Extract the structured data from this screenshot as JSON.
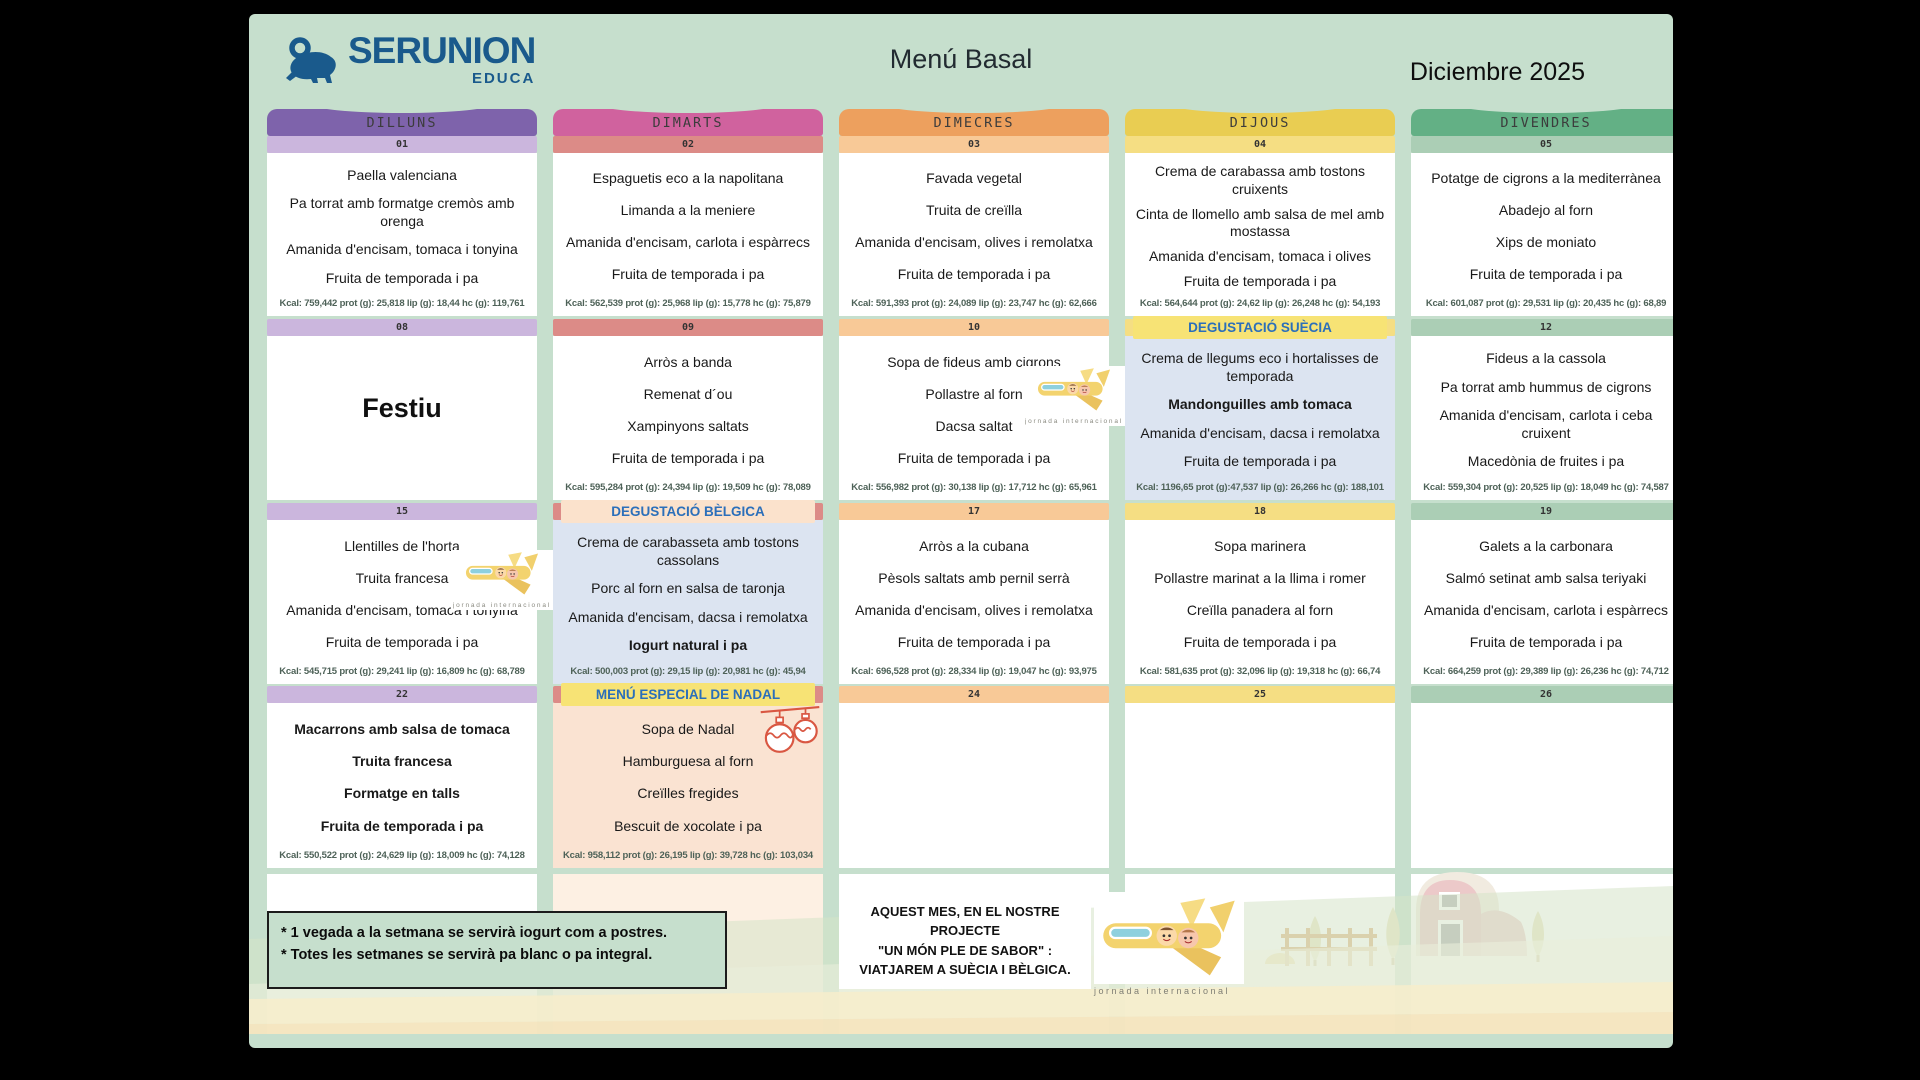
{
  "header": {
    "brand": "SERUNION",
    "brand_sub": "EDUCA",
    "title": "Menú Basal",
    "month": "Diciembre 2025"
  },
  "columns": [
    {
      "label": "DILLUNS",
      "header_color": "#7e63ab",
      "bar_color": "#cbb6dd",
      "bottom_bg": "#ffffff"
    },
    {
      "label": "DIMARTS",
      "header_color": "#d0629e",
      "bar_color": "#dc8b87",
      "bottom_bg": "#fdf0e3"
    },
    {
      "label": "DIMECRES",
      "header_color": "#eda05e",
      "bar_color": "#f8c997",
      "bottom_bg": "#ffffff"
    },
    {
      "label": "DIJOUS",
      "header_color": "#e9cd52",
      "bar_color": "#f5de83",
      "bottom_bg": "#ffffff"
    },
    {
      "label": "DIVENDRES",
      "header_color": "#63b085",
      "bar_color": "#abceb5",
      "bottom_bg": "#ffffff"
    }
  ],
  "accent_colors": {
    "tag_text": "#2b6fba",
    "tag_yellow": "#f7e375",
    "tag_peach": "#fbe2cc",
    "card_blue": "#dce4f1",
    "card_peach": "#fae3d2",
    "brand_blue": "#1a5a8c"
  },
  "weeks": [
    {
      "days": [
        {
          "date": "01",
          "items": [
            {
              "t": "Paella valenciana"
            },
            {
              "t": "Pa torrat amb formatge cremòs amb orenga"
            },
            {
              "t": "Amanida d'encisam, tomaca i tonyina"
            },
            {
              "t": "Fruita de temporada i pa"
            }
          ],
          "kcal": "Kcal: 759,442 prot (g): 25,818 lip (g): 18,44 hc (g): 119,761"
        },
        {
          "date": "02",
          "items": [
            {
              "t": "Espaguetis eco a la napolitana"
            },
            {
              "t": "Limanda a la meniere"
            },
            {
              "t": "Amanida d'encisam, carlota i espàrrecs"
            },
            {
              "t": "Fruita de temporada i pa"
            }
          ],
          "kcal": "Kcal: 562,539 prot (g): 25,968 lip (g): 15,778 hc (g): 75,879"
        },
        {
          "date": "03",
          "items": [
            {
              "t": "Favada vegetal"
            },
            {
              "t": "Truita de creïlla"
            },
            {
              "t": "Amanida d'encisam, olives i remolatxa"
            },
            {
              "t": "Fruita de temporada i pa"
            }
          ],
          "kcal": "Kcal: 591,393 prot (g): 24,089 lip (g): 23,747 hc (g): 62,666"
        },
        {
          "date": "04",
          "items": [
            {
              "t": "Crema de carabassa amb tostons cruixents"
            },
            {
              "t": "Cinta de llomello amb salsa de mel amb mostassa"
            },
            {
              "t": "Amanida d'encisam, tomaca i olives"
            },
            {
              "t": "Fruita de temporada i pa"
            }
          ],
          "kcal": "Kcal: 564,644 prot (g): 24,62 lip (g): 26,248 hc (g): 54,193"
        },
        {
          "date": "05",
          "items": [
            {
              "t": "Potatge de cigrons a la mediterrànea"
            },
            {
              "t": "Abadejo al forn"
            },
            {
              "t": "Xips de moniato"
            },
            {
              "t": "Fruita de temporada i pa"
            }
          ],
          "kcal": "Kcal: 601,087 prot (g): 29,531 lip (g): 20,435 hc (g): 68,89"
        }
      ]
    },
    {
      "days": [
        {
          "date": "08",
          "big": "Festiu"
        },
        {
          "date": "09",
          "items": [
            {
              "t": "Arròs a banda"
            },
            {
              "t": "Remenat d´ou"
            },
            {
              "t": "Xampinyons saltats"
            },
            {
              "t": "Fruita de temporada i pa"
            }
          ],
          "kcal": "Kcal: 595,284 prot (g): 24,394 lip (g): 19,509 hc (g): 78,089"
        },
        {
          "date": "10",
          "deco": "plane",
          "items": [
            {
              "t": "Sopa de fideus amb cigrons"
            },
            {
              "t": "Pollastre al forn"
            },
            {
              "t": "Dacsa saltat"
            },
            {
              "t": "Fruita de temporada i pa"
            }
          ],
          "kcal": "Kcal: 556,982 prot (g): 30,138 lip (g): 17,712 hc (g): 65,961"
        },
        {
          "date": "",
          "tag": {
            "text": "DEGUSTACIÓ SUÈCIA",
            "bg": "#f7e375"
          },
          "card_bg": "#dce4f1",
          "items": [
            {
              "t": "Crema de llegums eco i hortalisses de temporada"
            },
            {
              "t": "Mandonguilles amb tomaca",
              "b": true
            },
            {
              "t": "Amanida d'encisam, dacsa i remolatxa"
            },
            {
              "t": "Fruita de temporada i pa"
            }
          ],
          "kcal": "Kcal: 1196,65 prot (g):47,537 lip (g): 26,266 hc (g): 188,101"
        },
        {
          "date": "12",
          "items": [
            {
              "t": "Fideus a la cassola"
            },
            {
              "t": "Pa torrat amb hummus de cigrons"
            },
            {
              "t": "Amanida d'encisam, carlota i ceba cruixent"
            },
            {
              "t": "Macedònia de fruites i pa"
            }
          ],
          "kcal": "Kcal: 559,304 prot (g): 20,525 lip (g): 18,049 hc (g): 74,587"
        }
      ]
    },
    {
      "days": [
        {
          "date": "15",
          "deco": "plane",
          "items": [
            {
              "t": "Llentilles de l'horta"
            },
            {
              "t": "Truita francesa"
            },
            {
              "t": "Amanida d'encisam, tomaca i tonyina"
            },
            {
              "t": "Fruita de temporada i pa"
            }
          ],
          "kcal": "Kcal: 545,715 prot (g): 29,241 lip (g): 16,809 hc (g): 68,789"
        },
        {
          "date": "",
          "tag": {
            "text": "DEGUSTACIÓ BÈLGICA",
            "bg": "#fbe2cc"
          },
          "card_bg": "#dce4f1",
          "items": [
            {
              "t": "Crema de carabasseta amb tostons cassolans"
            },
            {
              "t": "Porc al forn en salsa de taronja"
            },
            {
              "t": "Amanida d'encisam, dacsa i remolatxa"
            },
            {
              "t": "Iogurt natural i pa",
              "b": true
            }
          ],
          "kcal": "Kcal: 500,003 prot (g): 29,15 lip (g): 20,981 hc (g): 45,94"
        },
        {
          "date": "17",
          "items": [
            {
              "t": "Arròs a la cubana"
            },
            {
              "t": "Pèsols saltats amb pernil serrà"
            },
            {
              "t": "Amanida d'encisam, olives i remolatxa"
            },
            {
              "t": "Fruita de temporada i pa"
            }
          ],
          "kcal": "Kcal: 696,528 prot (g): 28,334 lip (g): 19,047 hc (g): 93,975"
        },
        {
          "date": "18",
          "items": [
            {
              "t": "Sopa marinera"
            },
            {
              "t": "Pollastre marinat a la llima i romer"
            },
            {
              "t": "Creïlla panadera al forn"
            },
            {
              "t": "Fruita de temporada i pa"
            }
          ],
          "kcal": "Kcal: 581,635 prot (g): 32,096 lip (g): 19,318 hc (g): 66,74"
        },
        {
          "date": "19",
          "items": [
            {
              "t": "Galets a la carbonara"
            },
            {
              "t": "Salmó setinat amb salsa teriyaki"
            },
            {
              "t": "Amanida d'encisam, carlota i espàrrecs"
            },
            {
              "t": "Fruita de temporada i pa"
            }
          ],
          "kcal": "Kcal: 664,259 prot (g): 29,389 lip (g): 26,236 hc (g): 74,712"
        }
      ]
    },
    {
      "days": [
        {
          "date": "22",
          "items": [
            {
              "t": "Macarrons amb salsa de tomaca",
              "b": true
            },
            {
              "t": "Truita francesa",
              "b": true
            },
            {
              "t": "Formatge en talls",
              "b": true
            },
            {
              "t": "Fruita de temporada i pa",
              "b": true
            }
          ],
          "kcal": "Kcal: 550,522 prot (g): 24,629 lip (g): 18,009 hc (g): 74,128"
        },
        {
          "date": "",
          "tag": {
            "text": "MENÚ ESPECIAL DE NADAL",
            "bg": "#f7e375"
          },
          "card_bg": "#fae3d2",
          "deco": "ornaments",
          "items": [
            {
              "t": "Sopa de Nadal"
            },
            {
              "t": "Hamburguesa al forn"
            },
            {
              "t": "Creïlles fregides"
            },
            {
              "t": "Bescuit de xocolate i pa"
            }
          ],
          "kcal": "Kcal: 958,112 prot (g): 26,195 lip (g): 39,728 hc (g): 103,034"
        },
        {
          "date": "24"
        },
        {
          "date": "25"
        },
        {
          "date": "26"
        }
      ]
    }
  ],
  "footer": {
    "notes": [
      "* 1 vegada a la setmana se servirà iogurt com a postres.",
      "* Totes les setmanes se servirà pa blanc o pa integral."
    ],
    "project_lines": [
      "AQUEST MES, EN EL NOSTRE PROJECTE",
      "\"UN MÓN PLE DE SABOR\" :",
      "VIATJAREM A SUÈCIA I BÈLGICA."
    ],
    "jornada_caption": "jornada internacional"
  }
}
